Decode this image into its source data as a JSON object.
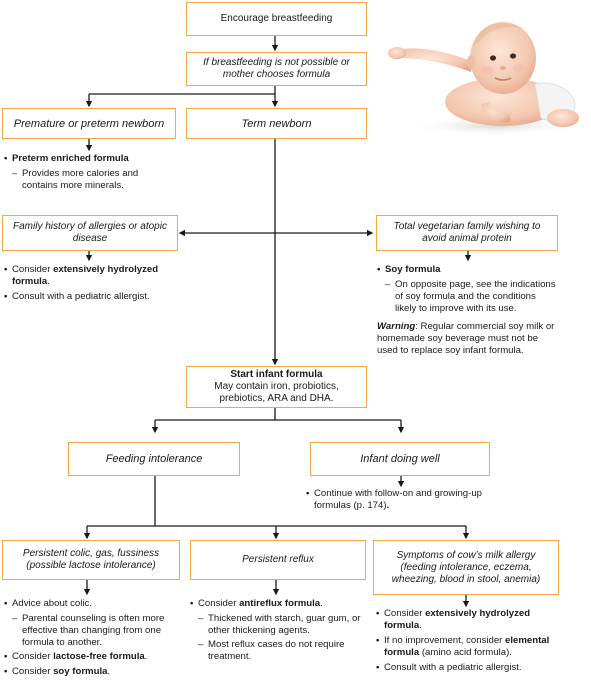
{
  "boxes": {
    "encourage": "Encourage breastfeeding",
    "not_possible": "If breastfeeding is not possible or mother chooses formula",
    "premature": "Premature or preterm newborn",
    "term": "Term newborn",
    "allergy_history": "Family history of allergies or atopic disease",
    "vegetarian": "Total vegetarian family wishing to avoid animal protein",
    "start_title": "Start infant formula",
    "start_body": "May contain iron, probiotics, prebiotics, ARA and DHA.",
    "feeding_intolerance": "Feeding intolerance",
    "doing_well": "Infant doing well",
    "colic": "Persistent colic, gas, fussiness (possible lactose intolerance)",
    "reflux": "Persistent reflux",
    "cows_milk": "Symptoms of cow’s milk allergy (feeding intolerance, eczema, wheezing, blood in stool, anemia)"
  },
  "preterm": {
    "b1": "Preterm enriched formula",
    "s1": "Provides more calories and contains more minerals."
  },
  "allergy": {
    "b1_pre": "Consider ",
    "b1_bold": "extensively hydrolyzed formula",
    "b1_post": ".",
    "b2": "Consult with a pediatric allergist."
  },
  "soy": {
    "b1": "Soy formula",
    "s1": "On opposite page, see the indications of soy formula and the conditions likely to improve with its use.",
    "warning_label": "Warning",
    "warning_text": ": Regular commercial soy milk or homemade soy beverage must not be used to replace soy infant formula."
  },
  "well": {
    "b1_pre": "Continue with follow-on and growing-up formulas (p. 174)",
    "b1_bold": "."
  },
  "colic_list": {
    "b1": "Advice about colic.",
    "s1": "Parental counseling is often more effective than changing from one formula to another.",
    "b2_pre": "Consider ",
    "b2_bold": "lactose-free formula",
    "b2_post": ".",
    "b3_pre": "Consider ",
    "b3_bold": "soy formula",
    "b3_post": "."
  },
  "reflux_list": {
    "b1_pre": "Consider ",
    "b1_bold": "antireflux formula",
    "b1_post": ".",
    "s1": "Thickened with starch, guar gum, or other thickening agents.",
    "s2": "Most reflux cases do not require treatment."
  },
  "cow_list": {
    "b1_pre": "Consider ",
    "b1_bold": "extensively hydrolyzed formula",
    "b1_post": ".",
    "b2_pre": "If no improvement, consider ",
    "b2_bold": "elemental formula",
    "b2_post": " (amino acid formula).",
    "b3": "Consult with a pediatric allergist."
  },
  "colors": {
    "box_border": "#f2a93b",
    "line": "#1a1a1a",
    "text": "#1a1a1a"
  },
  "image": {
    "subject": "baby-photo"
  }
}
